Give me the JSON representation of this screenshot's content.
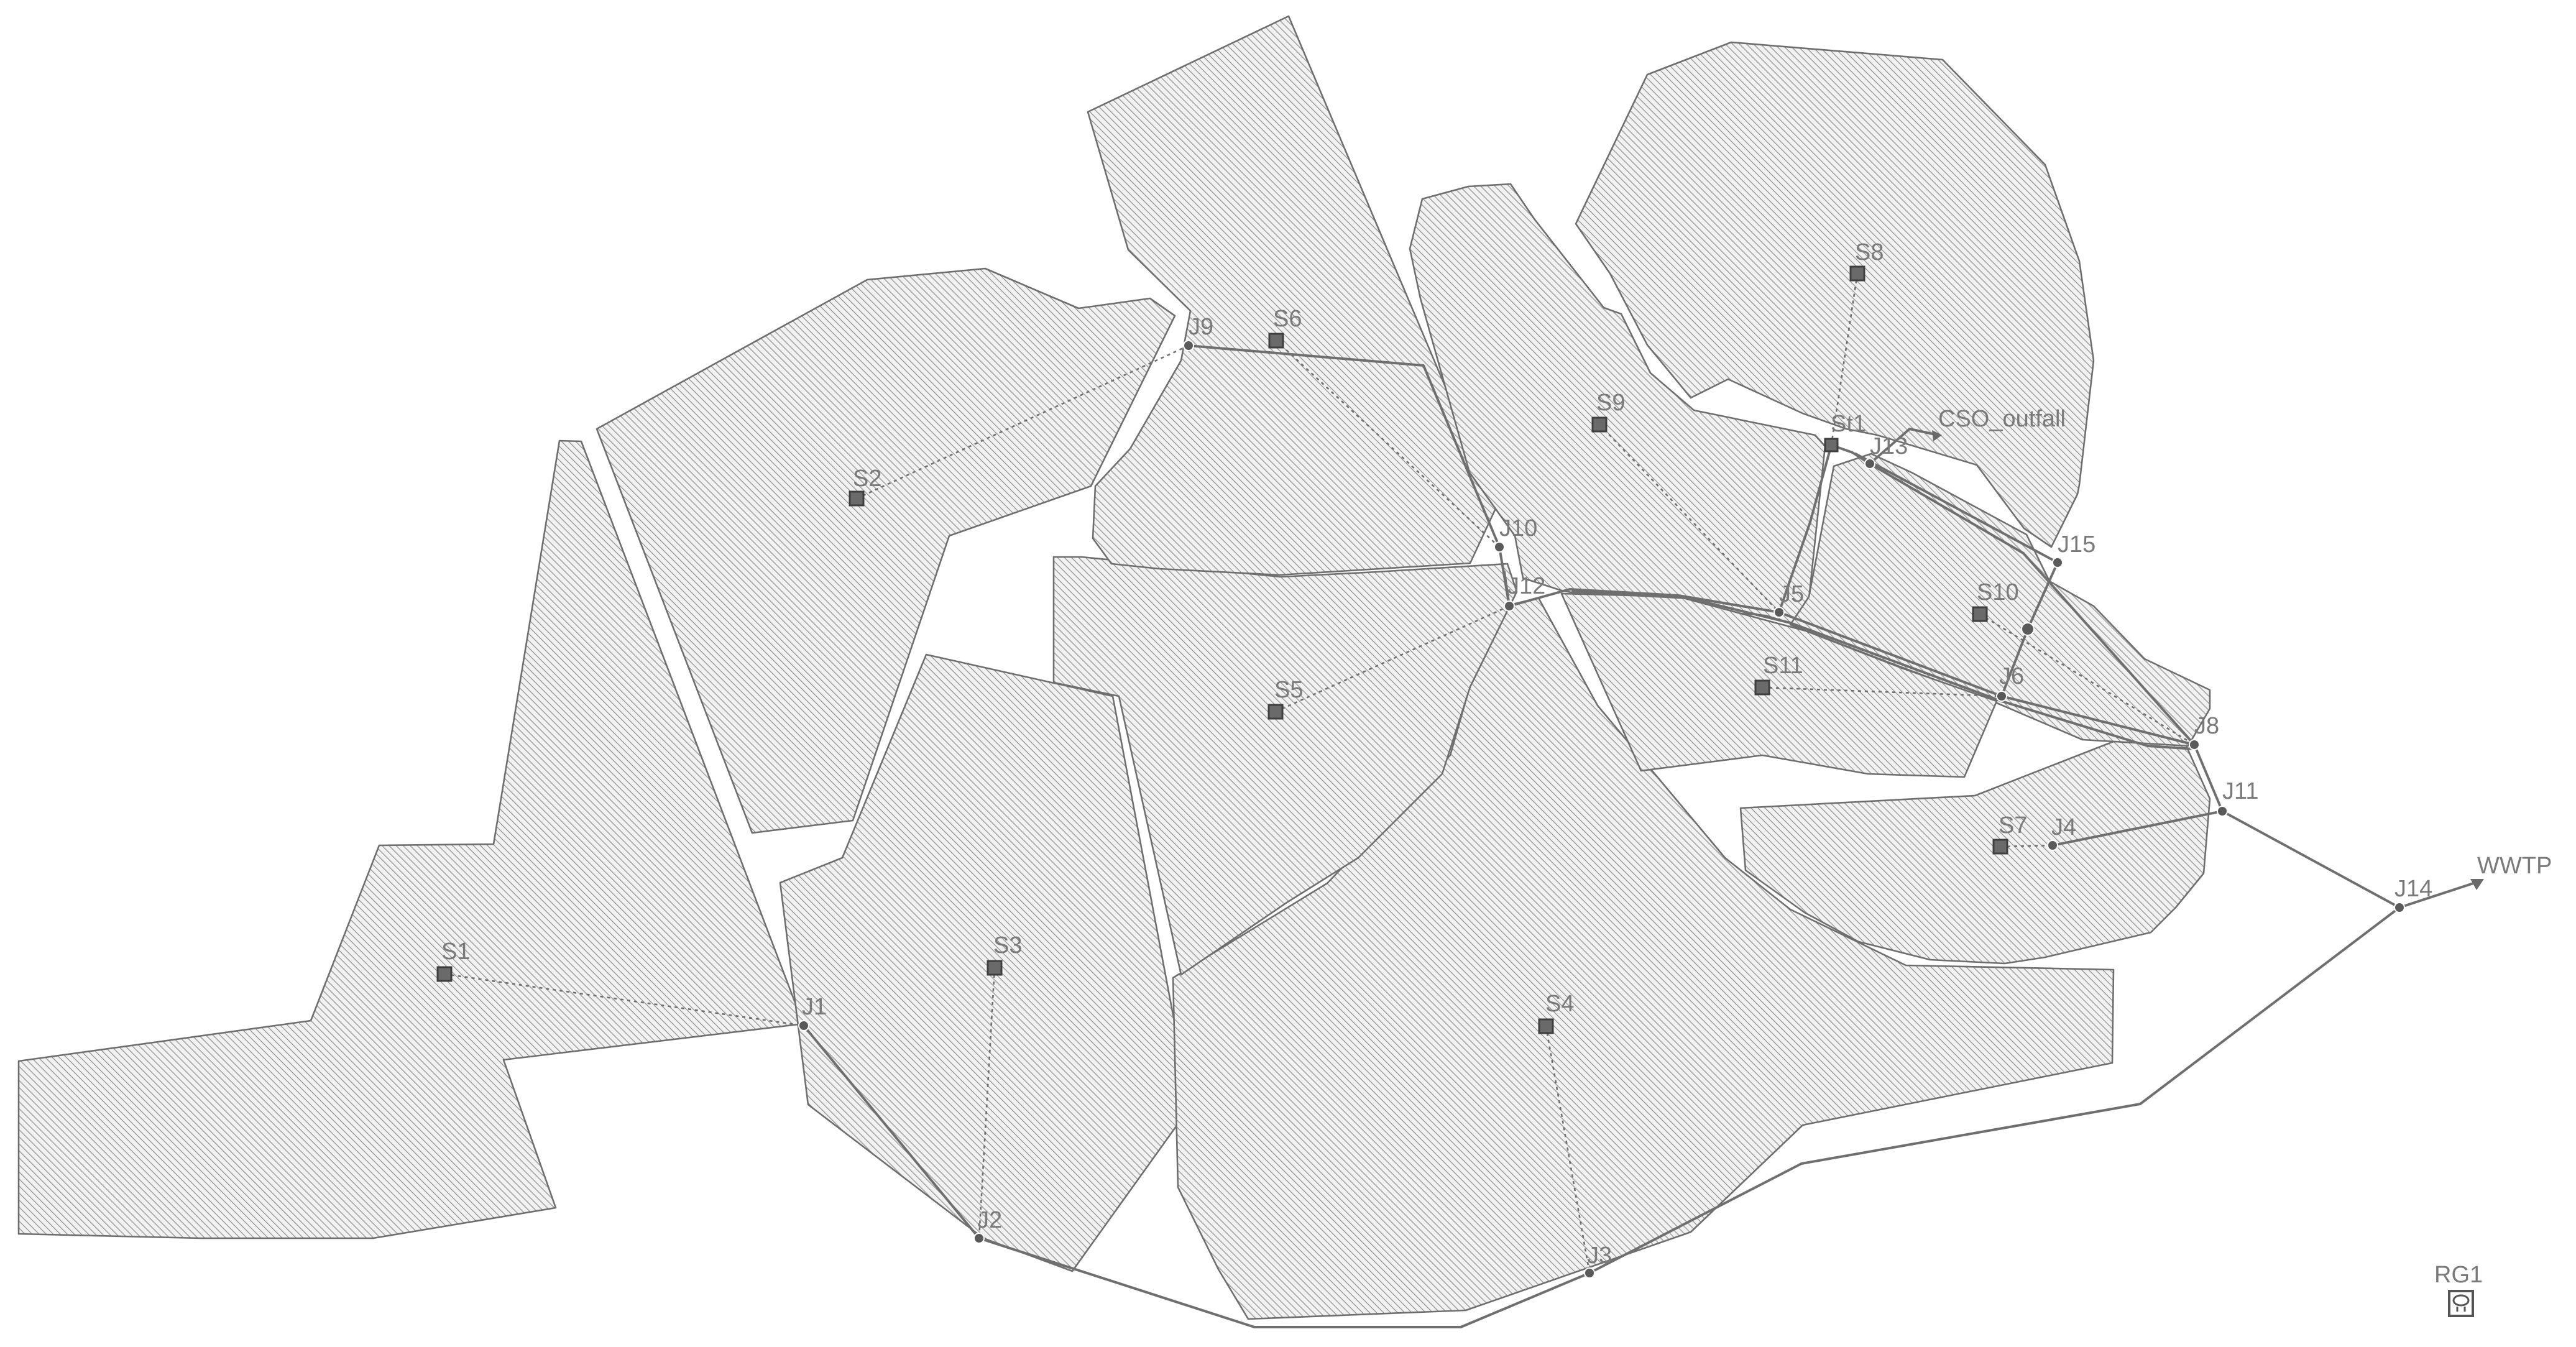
{
  "map": {
    "subcatchments": [
      {
        "id": "S1"
      },
      {
        "id": "S2"
      },
      {
        "id": "S3"
      },
      {
        "id": "S4"
      },
      {
        "id": "S5"
      },
      {
        "id": "S6"
      },
      {
        "id": "S7"
      },
      {
        "id": "S8"
      },
      {
        "id": "S9"
      },
      {
        "id": "S10"
      },
      {
        "id": "S11"
      }
    ],
    "junctions": [
      {
        "id": "J1"
      },
      {
        "id": "J2"
      },
      {
        "id": "J3"
      },
      {
        "id": "J4"
      },
      {
        "id": "J5"
      },
      {
        "id": "J6"
      },
      {
        "id": "J8"
      },
      {
        "id": "J9"
      },
      {
        "id": "J10"
      },
      {
        "id": "J11"
      },
      {
        "id": "J12"
      },
      {
        "id": "J13"
      },
      {
        "id": "J14"
      },
      {
        "id": "J15"
      }
    ],
    "outfalls": [
      {
        "id": "CSO_outfall"
      },
      {
        "id": "WWTP"
      }
    ],
    "storage": [
      {
        "id": "St1"
      }
    ],
    "rain_gages": [
      {
        "id": "RG1",
        "icon": "rain-gage-icon"
      }
    ],
    "colors": {
      "background": "#ffffff",
      "outline": "#6e6e6e",
      "hatch": "#8c8c8c",
      "label": "#7a7a7a"
    }
  }
}
